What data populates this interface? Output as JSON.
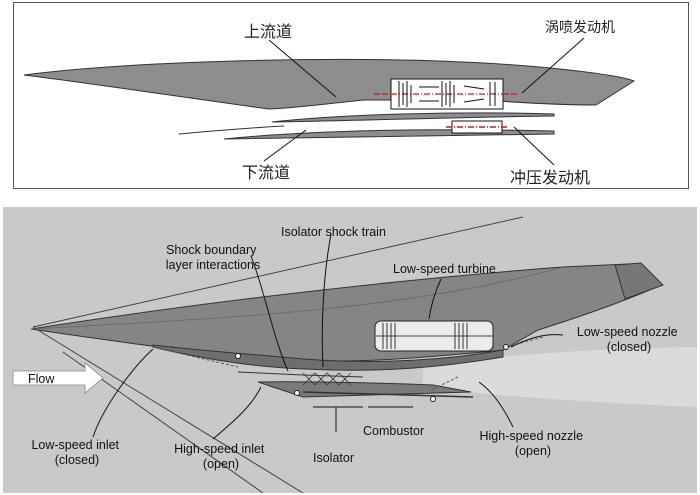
{
  "top": {
    "upper_duct": "上流道",
    "turbojet": "涡喷发动机",
    "lower_duct": "下流道",
    "ramjet": "冲压发动机"
  },
  "bottom": {
    "shock_bl": [
      "Shock boundary",
      "layer interactions"
    ],
    "isolator_shock": "Isolator shock train",
    "low_turbine": "Low-speed turbine",
    "low_nozzle": [
      "Low-speed nozzle",
      "(closed)"
    ],
    "flow": "Flow",
    "low_inlet": [
      "Low-speed inlet",
      "(closed)"
    ],
    "high_inlet": [
      "High-speed inlet",
      "(open)"
    ],
    "isolator": "Isolator",
    "combustor": "Combustor",
    "high_nozzle": [
      "High-speed nozzle",
      "(open)"
    ]
  },
  "colors": {
    "body_fill": "#8a8a8a",
    "body_dark": "#6e6e6e",
    "panel_bg": "#c9c9c9",
    "centerline": "#cc1b1b"
  }
}
